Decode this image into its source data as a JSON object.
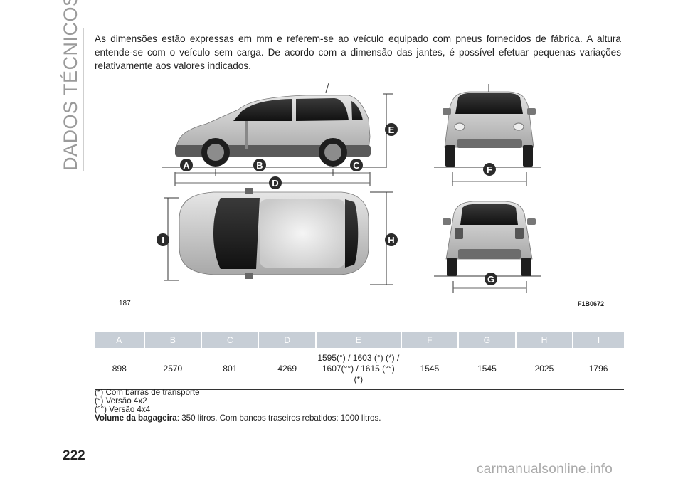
{
  "section_title": "DADOS TÉCNICOS",
  "intro_text": "As dimensões estão expressas em mm e referem-se ao veículo equipado com pneus fornecidos de fábrica. A altura entende-se com o veículo sem carga. De acordo com a dimensão das jantes, é possível efetuar pequenas variações relativamente aos valores indicados.",
  "figure": {
    "number": "187",
    "code": "F1B0672",
    "labels": {
      "a": "A",
      "b": "B",
      "c": "C",
      "d": "D",
      "e": "E",
      "f": "F",
      "g": "G",
      "h": "H",
      "i": "I"
    }
  },
  "table": {
    "headers": [
      "A",
      "B",
      "C",
      "D",
      "E",
      "F",
      "G",
      "H",
      "I"
    ],
    "values": [
      "898",
      "2570",
      "801",
      "4269",
      "1595(°) / 1603 (°) (*) / 1607(°°) / 1615 (°°) (*)",
      "1545",
      "1545",
      "2025",
      "1796"
    ]
  },
  "notes": {
    "note1": "(*) Com barras de transporte",
    "note2": "(°) Versão 4x2",
    "note3": "(°°) Versão 4x4",
    "luggage_label": "Volume da bagageira",
    "luggage_text": ": 350 litros. Com bancos traseiros rebatidos: 1000 litros."
  },
  "page_number": "222",
  "watermark": "carmanualsonline.info",
  "colors": {
    "header_bg": "#c7ced6",
    "label_bg": "#2b2b2b",
    "car_body": "#bcbcbc"
  }
}
